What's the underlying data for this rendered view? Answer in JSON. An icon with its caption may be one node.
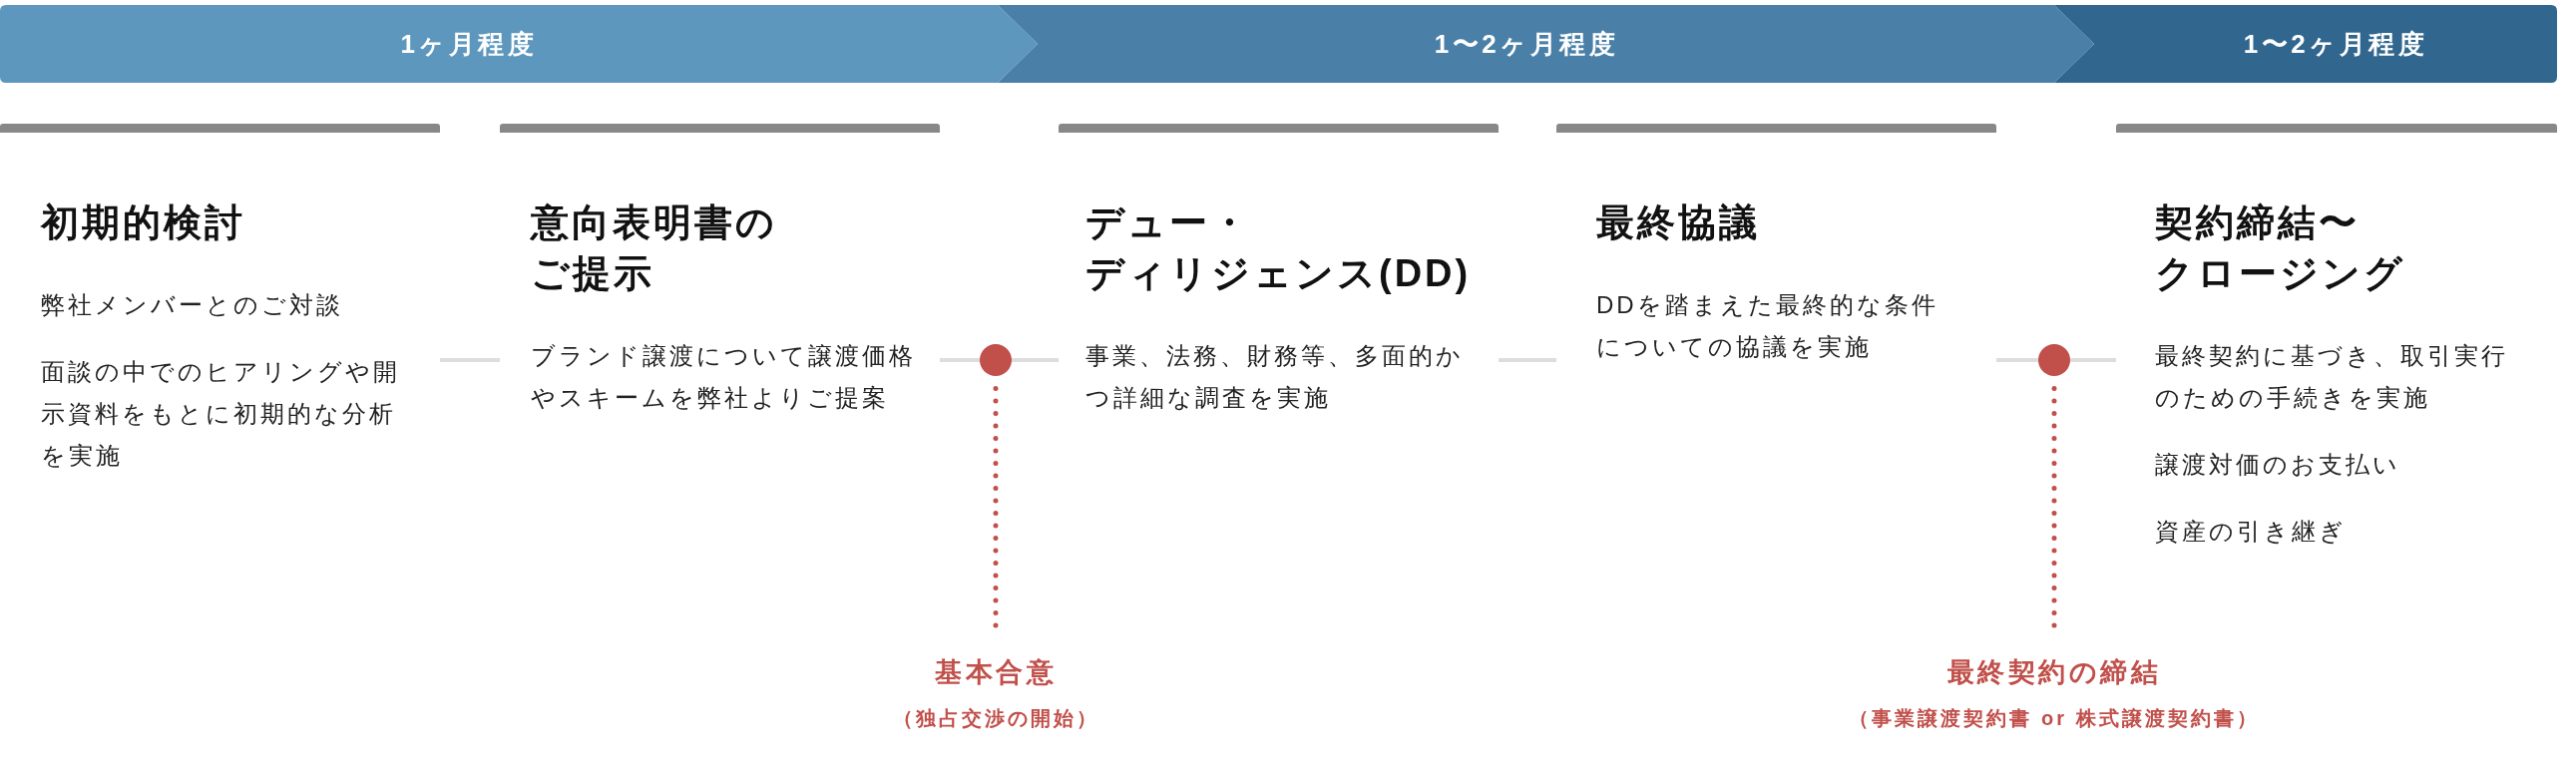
{
  "diagram": {
    "nodes": [
      {
        "text": [
          "1ヶ月程度"
        ]
      },
      {
        "text": [
          "1〜2ヶ月程度"
        ]
      },
      {
        "text": [
          "1〜2ヶ月程度"
        ]
      },
      {
        "text": [
          "初期的検討",
          "弊社メンバーとのご対談",
          "面談の中でのヒアリングや開示資料をもとに初期的な分析を実施"
        ]
      },
      {
        "text": [
          "意向表明書のご提示",
          "ブランド譲渡について譲渡価格やスキームを弊社よりご提案"
        ]
      },
      {
        "text": [],
        "shape": "circle"
      },
      {
        "text": [
          "デュー・ディリジェンス(DD)",
          "事業、法務、財務等、多面的かつ詳細な調査を実施"
        ]
      },
      {
        "text": [
          "最終協議",
          "DDを踏まえた最終的な条件についての協議を実施"
        ]
      },
      {
        "text": [],
        "shape": "circle"
      },
      {
        "text": [
          "契約締結〜クロージング",
          "最終契約に基づき、取引実行のための手続きを実施",
          "譲渡対価のお支払い",
          "資産の引き継ぎ"
        ]
      },
      {
        "text": [
          "基本合意",
          "（独占交渉の開始）"
        ]
      },
      {
        "text": [
          "最終契約の締結",
          "（事業譲渡契約書 or 株式譲渡契約書）"
        ]
      }
    ],
    "edges": [
      {
        "from": 3,
        "to": 4,
        "arrow": "none"
      },
      {
        "from": 4,
        "to": 5,
        "arrow": "none"
      },
      {
        "from": 5,
        "to": 6,
        "arrow": "none"
      },
      {
        "from": 6,
        "to": 7,
        "arrow": "none"
      },
      {
        "from": 7,
        "to": 8,
        "arrow": "none"
      },
      {
        "from": 8,
        "to": 9,
        "arrow": "none"
      },
      {
        "from": 5,
        "to": 10,
        "arrow": "none",
        "style": "dashed",
        "color": "#c14f4a"
      },
      {
        "from": 8,
        "to": 11,
        "arrow": "none",
        "style": "dashed",
        "color": "#c14f4a"
      }
    ]
  }
}
